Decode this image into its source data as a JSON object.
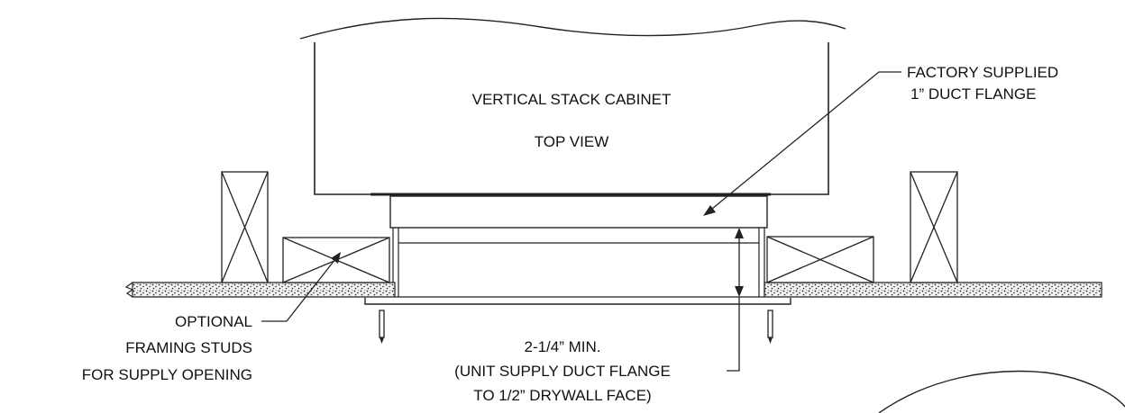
{
  "cabinet": {
    "line1": "VERTICAL STACK CABINET",
    "line2": "TOP VIEW"
  },
  "callouts": {
    "flange": {
      "line1": "FACTORY SUPPLIED",
      "line2": "1” DUCT FLANGE"
    },
    "studs": {
      "line1": "OPTIONAL",
      "line2": "FRAMING STUDS",
      "line3": "FOR SUPPLY OPENING"
    },
    "dimension": {
      "line1": "2-1/4” MIN.",
      "line2": "(UNIT SUPPLY DUCT FLANGE",
      "line3": "TO 1/2” DRYWALL FACE)"
    }
  }
}
